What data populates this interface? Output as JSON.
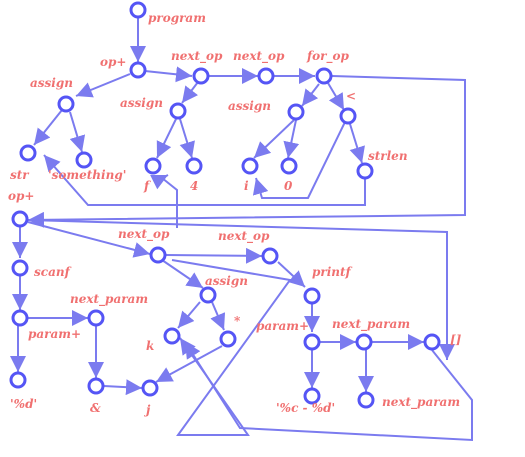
{
  "diagram": {
    "label_color": "#f07070",
    "node_color": "#5555f5",
    "edge_color": "#7b7bef",
    "labels": [
      "program",
      "op+",
      "next_op",
      "next_op",
      "for_op",
      "assign",
      "assign",
      "assign",
      "<",
      "str",
      "'something'",
      "f",
      "4",
      "i",
      "0",
      "strlen",
      "op+",
      "next_op",
      "next_op",
      "scanf",
      "assign",
      "printf",
      "next_param",
      "param+",
      "*",
      "k",
      "param+",
      "next_param",
      "[]",
      "'%d'",
      "&",
      "j",
      "'%c - %d'",
      "next_param"
    ]
  }
}
